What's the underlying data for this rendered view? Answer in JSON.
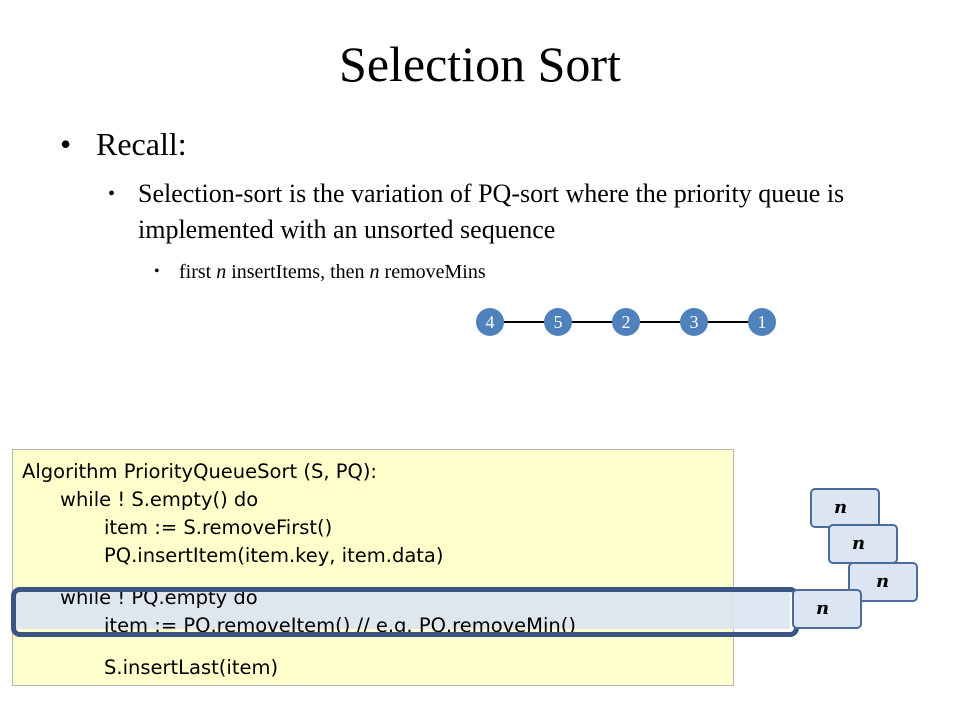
{
  "slide": {
    "title": "Selection Sort",
    "bullet_level1": "Recall:",
    "bullet_level2": "Selection-sort is the variation of PQ-sort where the priority queue is implemented with an unsorted sequence",
    "bullet_level3": {
      "part1": "first ",
      "var1": "n",
      "part2": " insertItems, then ",
      "var2": "n",
      "part3": " removeMins"
    },
    "bullet_symbol": "•"
  },
  "sequence": {
    "values": [
      "4",
      "5",
      "2",
      "3",
      "1"
    ],
    "node_color": "#4f81bd"
  },
  "code": {
    "lines": [
      "Algorithm PriorityQueueSort (S, PQ):",
      "while ! S.empty() do",
      "item := S.removeFirst()",
      "PQ.insertItem(item.key, item.data)",
      "while ! PQ.empty do",
      "item := PQ.removeItem()   // e.g. PQ.removeMin()",
      "S.insertLast(item)"
    ],
    "background": "#ffffcc",
    "highlight_color": "#3a5582"
  },
  "complexity_boxes": [
    "n",
    "n",
    "n",
    "n"
  ]
}
